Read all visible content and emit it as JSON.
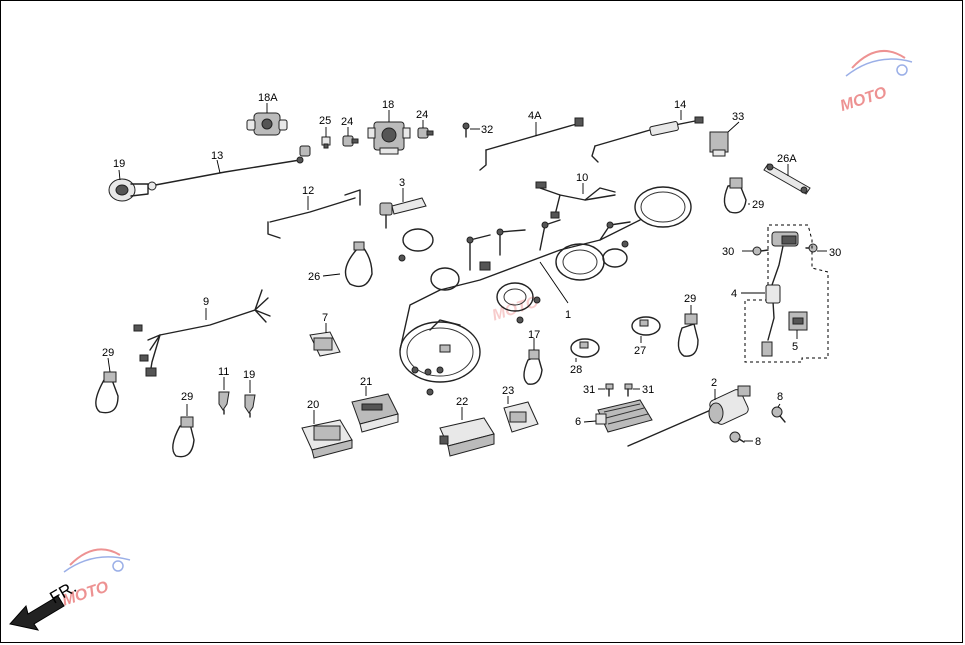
{
  "diagram": {
    "labels": {
      "p18A": "18A",
      "p18": "18",
      "p25": "25",
      "p24a": "24",
      "p24b": "24",
      "p13": "13",
      "p19a": "19",
      "p12": "12",
      "p3": "3",
      "p32": "32",
      "p4A": "4A",
      "p14": "14",
      "p33": "33",
      "p10": "10",
      "p26A": "26A",
      "p29a": "29",
      "p26": "26",
      "p30a": "30",
      "p30b": "30",
      "p4": "4",
      "p5": "5",
      "p1": "1",
      "p9": "9",
      "p7": "7",
      "p29b": "29",
      "p17": "17",
      "p28": "28",
      "p27": "27",
      "p29c": "29",
      "p11": "11",
      "p19b": "19",
      "p29d": "29",
      "p21": "21",
      "p20": "20",
      "p22": "22",
      "p23": "23",
      "p31a": "31",
      "p31b": "31",
      "p2": "2",
      "p6": "6",
      "p8a": "8",
      "p8b": "8"
    },
    "direction_label": "FR.",
    "watermark_text": "MOTO",
    "colors": {
      "watermark_red": "#e03a3a",
      "watermark_blue": "#4a6fd4",
      "line": "#222222"
    }
  }
}
